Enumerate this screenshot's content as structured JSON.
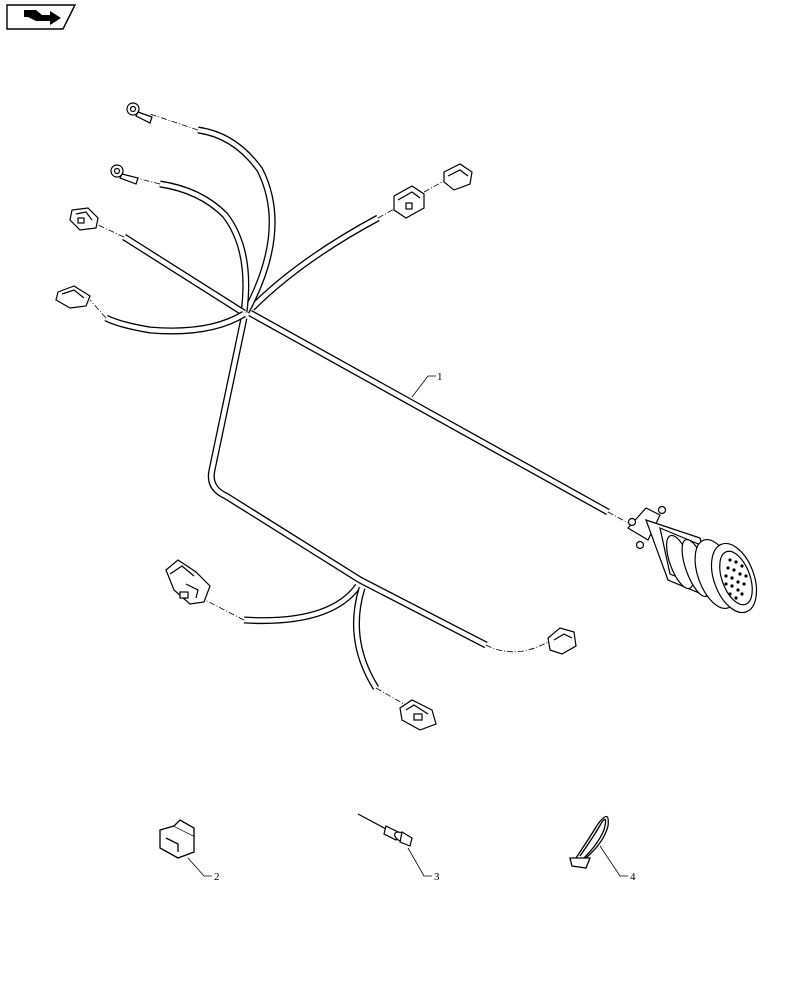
{
  "nav": {
    "icon": "forward-arrow-icon"
  },
  "callouts": {
    "harness": "1",
    "clip": "2",
    "rivet": "3",
    "cable_tie": "4"
  },
  "colors": {
    "line": "#000000",
    "background": "#ffffff"
  }
}
